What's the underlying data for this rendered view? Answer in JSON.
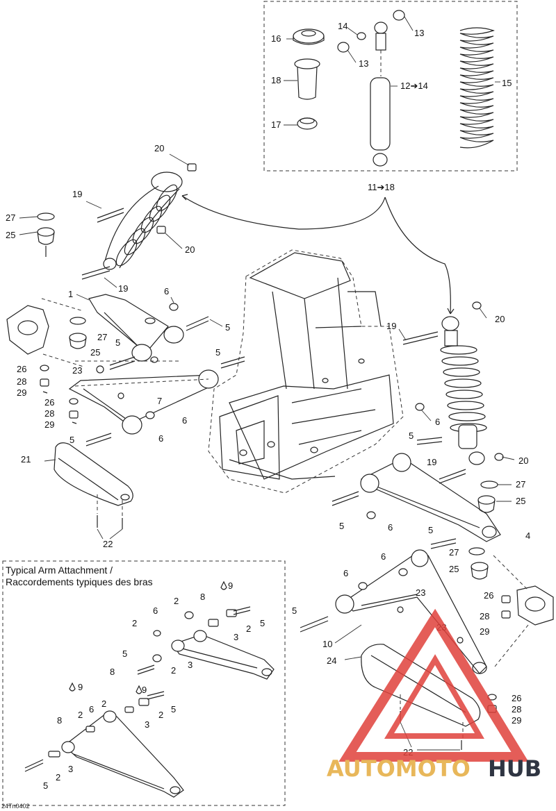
{
  "drawing_code": "24Tn0402",
  "inset_title_line1": "Typical Arm Attachment /",
  "inset_title_line2": "Raccordements typiques des bras",
  "watermark": {
    "part1": "AUTOMOTO",
    "part2": "HUB",
    "color_logo": "#e0413b",
    "color_text1": "#e8b75a",
    "color_text2": "#2f3542"
  },
  "group_label": "11➔18",
  "range_label": "12➔14",
  "callouts": {
    "c16": "16",
    "c18a": "18",
    "c17": "17",
    "c14": "14",
    "c13a": "13",
    "c13b": "13",
    "c12": "12➔14",
    "c15": "15",
    "c20a": "20",
    "c19a": "19",
    "c27a": "27",
    "c25a": "25",
    "c20b": "20",
    "c19b": "19",
    "c1": "1",
    "c6a": "6",
    "c5a": "5",
    "c27b": "27",
    "c25b": "25",
    "c5b": "5",
    "c23a": "23",
    "c5c": "5",
    "c26a": "26",
    "c28a": "28",
    "c29a": "29",
    "c26b": "26",
    "c28b": "28",
    "c29b": "29",
    "c7": "7",
    "c6b": "6",
    "c6c": "6",
    "c5d": "5",
    "c21": "21",
    "c22a": "22",
    "c20c": "20",
    "c19c": "19",
    "c6d": "6",
    "c5e": "5",
    "c19d": "19",
    "c20d": "20",
    "c27c": "27",
    "c25c": "25",
    "c5f": "5",
    "c6e": "6",
    "c4": "4",
    "c5g": "5",
    "c6f": "6",
    "c27d": "27",
    "c25d": "25",
    "c6g": "6",
    "c23b": "23",
    "c26c": "26",
    "c28c": "28",
    "c29c": "29",
    "c5h": "5",
    "c10": "10",
    "c23c": "23",
    "c24": "24",
    "c26d": "26",
    "c28d": "28",
    "c29d": "29",
    "c22b": "22",
    "i9a": "9",
    "i8a": "8",
    "i2a": "2",
    "i6a": "6",
    "i5a": "5",
    "i2b": "2",
    "i3a": "3",
    "i2c": "2",
    "i5b": "5",
    "i2d": "2",
    "i3b": "3",
    "i9b": "9",
    "i8b": "8",
    "i9c": "9",
    "i2e": "2",
    "i6b": "6",
    "i5c": "5",
    "i8c": "8",
    "i2f": "2",
    "i2g": "2",
    "i3c": "3",
    "i5d": "5",
    "i2h": "2",
    "i3d": "3"
  }
}
